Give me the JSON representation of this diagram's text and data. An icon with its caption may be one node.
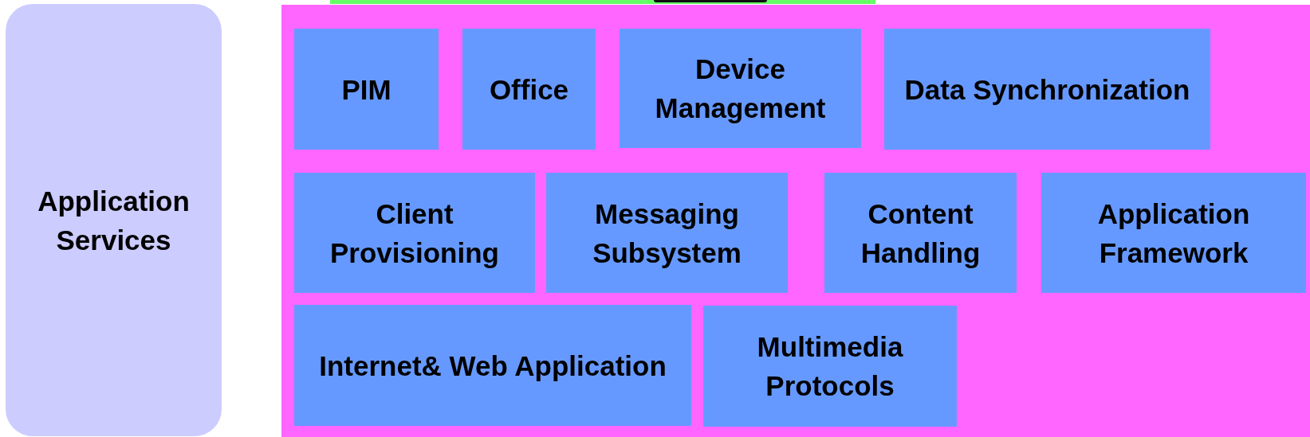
{
  "diagram": {
    "nodes": [
      {
        "text": [
          "Application Services"
        ]
      },
      {
        "text": [
          "PIM"
        ]
      },
      {
        "text": [
          "Office"
        ]
      },
      {
        "text": [
          "Device Management"
        ]
      },
      {
        "text": [
          "Data Synchronization"
        ]
      },
      {
        "text": [
          "Client Provisioning"
        ]
      },
      {
        "text": [
          "Messaging Subsystem"
        ]
      },
      {
        "text": [
          "Content Handling"
        ]
      },
      {
        "text": [
          "Application Framework"
        ]
      },
      {
        "text": [
          "Internet& Web Application"
        ]
      },
      {
        "text": [
          "Multimedia Protocols"
        ]
      }
    ]
  }
}
